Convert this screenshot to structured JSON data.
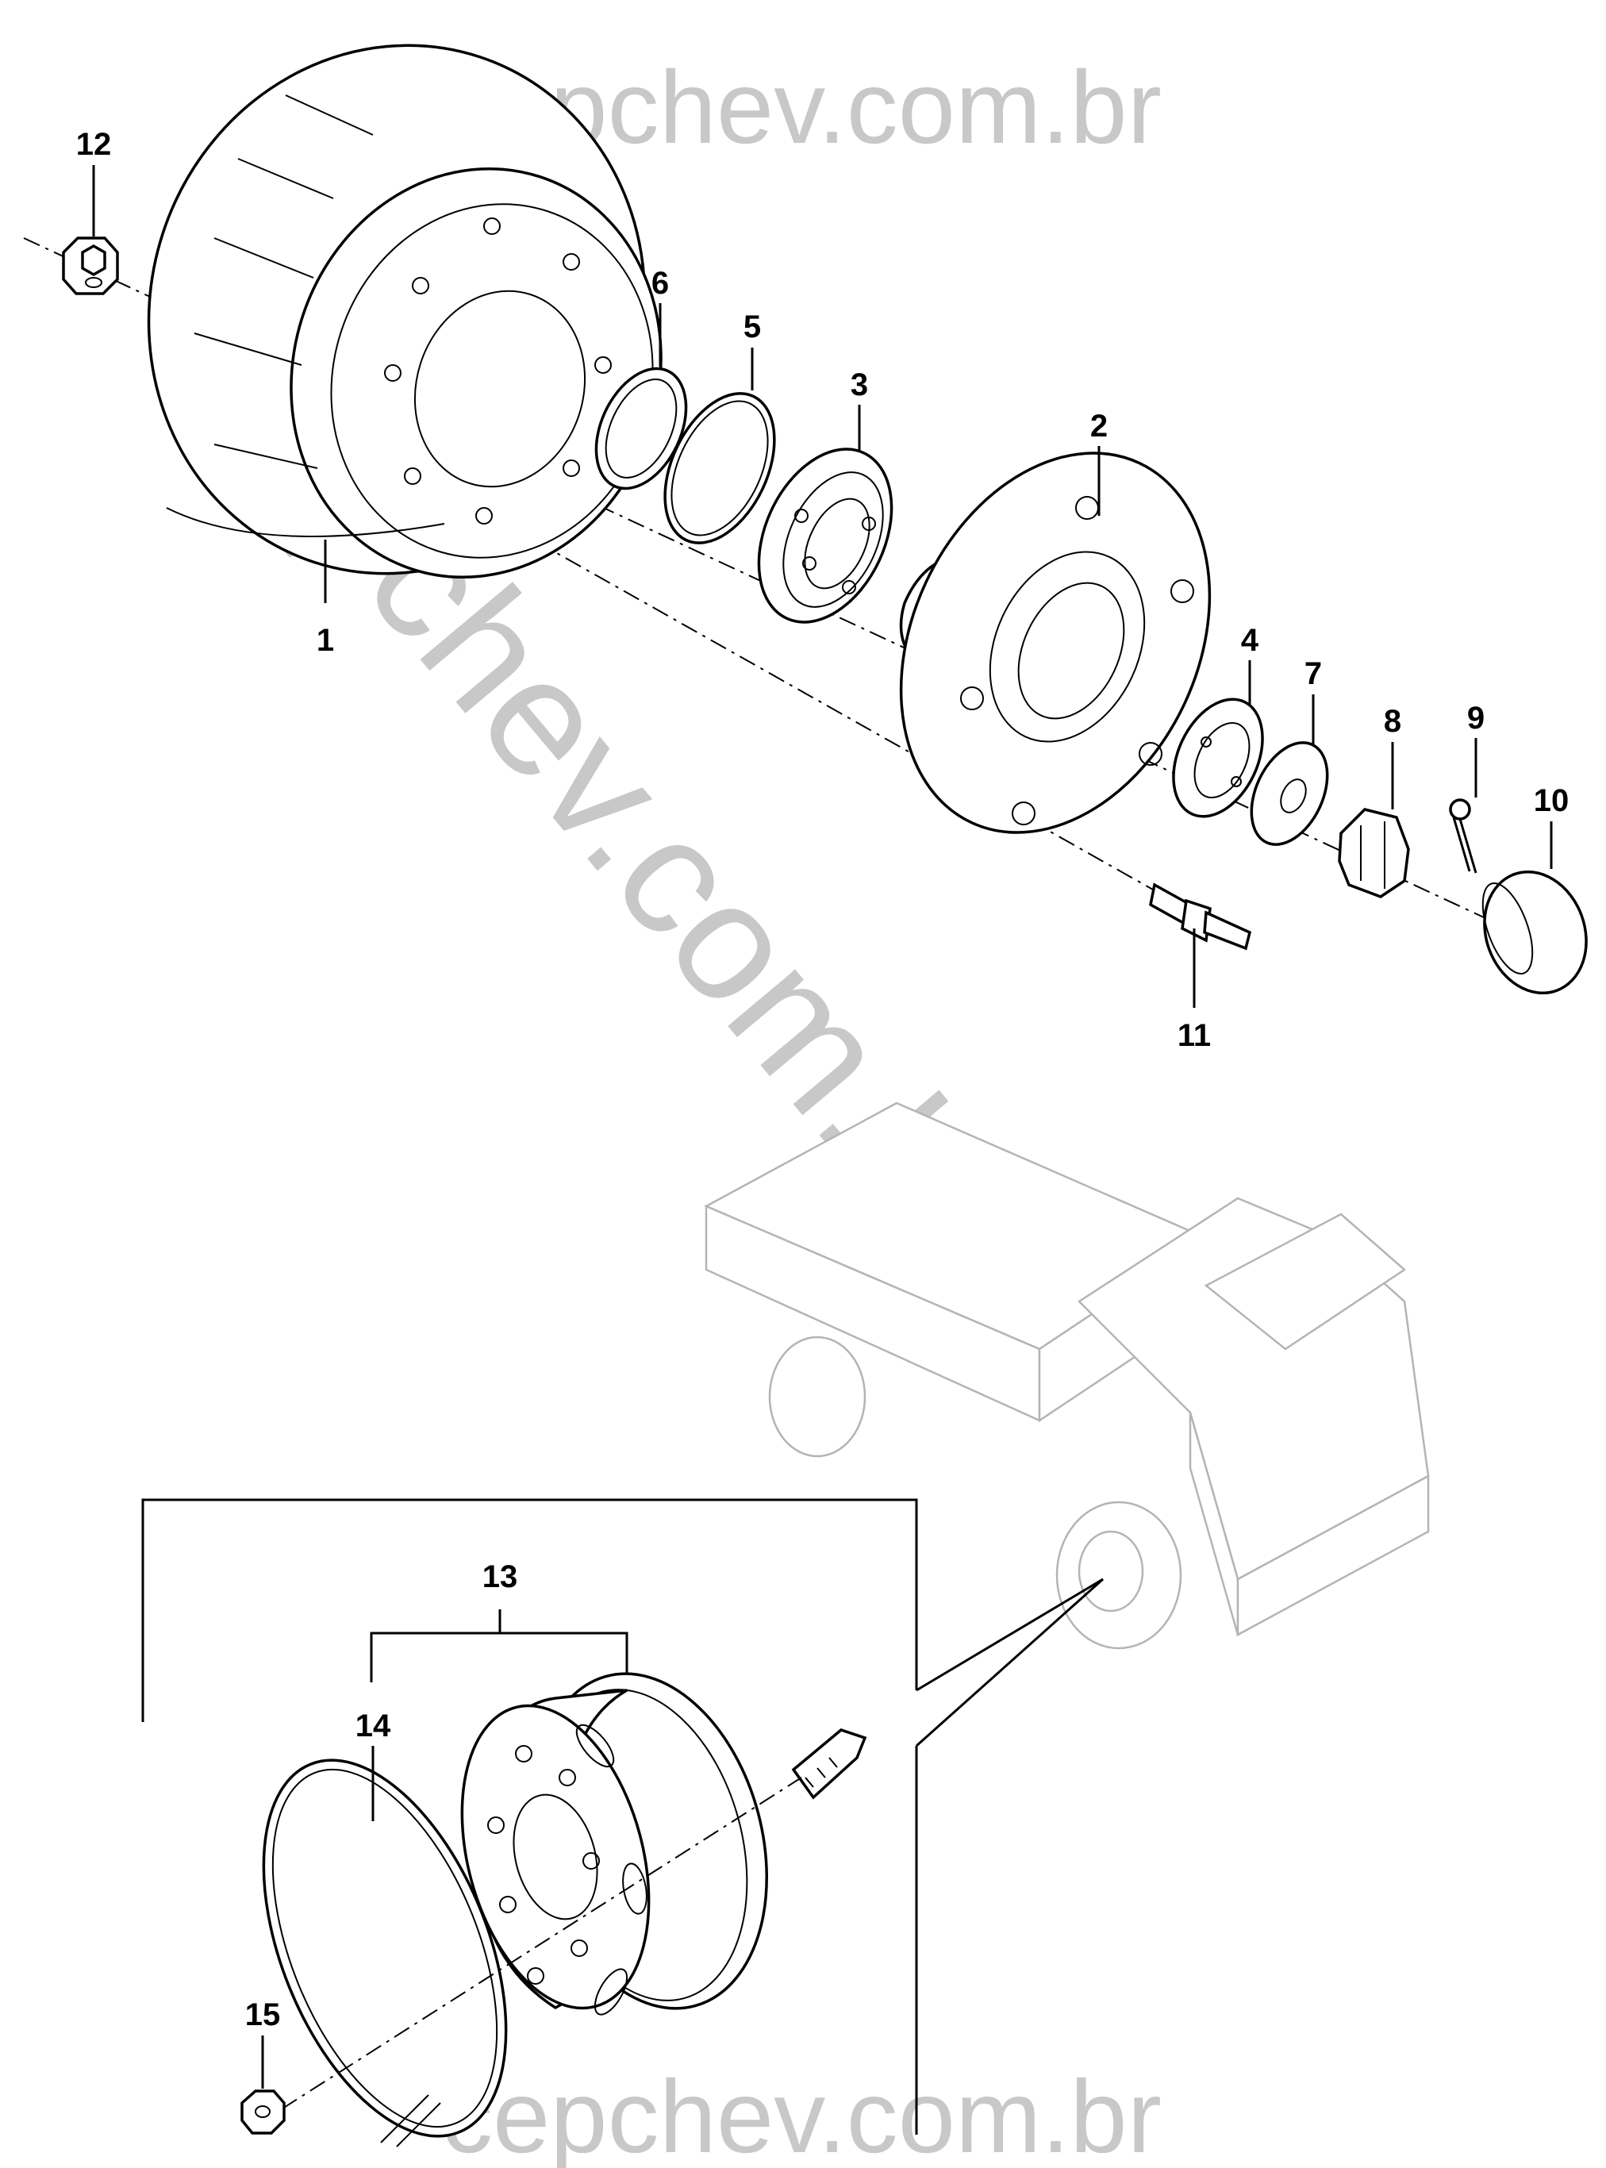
{
  "watermarks": {
    "top": "cepchev.com.br",
    "diagonal": "cepchev.com.br",
    "bottom": "cepchev.com.br"
  },
  "callouts": [
    "1",
    "2",
    "3",
    "4",
    "5",
    "6",
    "7",
    "8",
    "9",
    "10",
    "11",
    "12",
    "13",
    "14",
    "15"
  ],
  "colors": {
    "line": "#000000",
    "watermark": "#c8c8c8",
    "truck_outline": "#b4b4b4",
    "background": "#ffffff"
  }
}
